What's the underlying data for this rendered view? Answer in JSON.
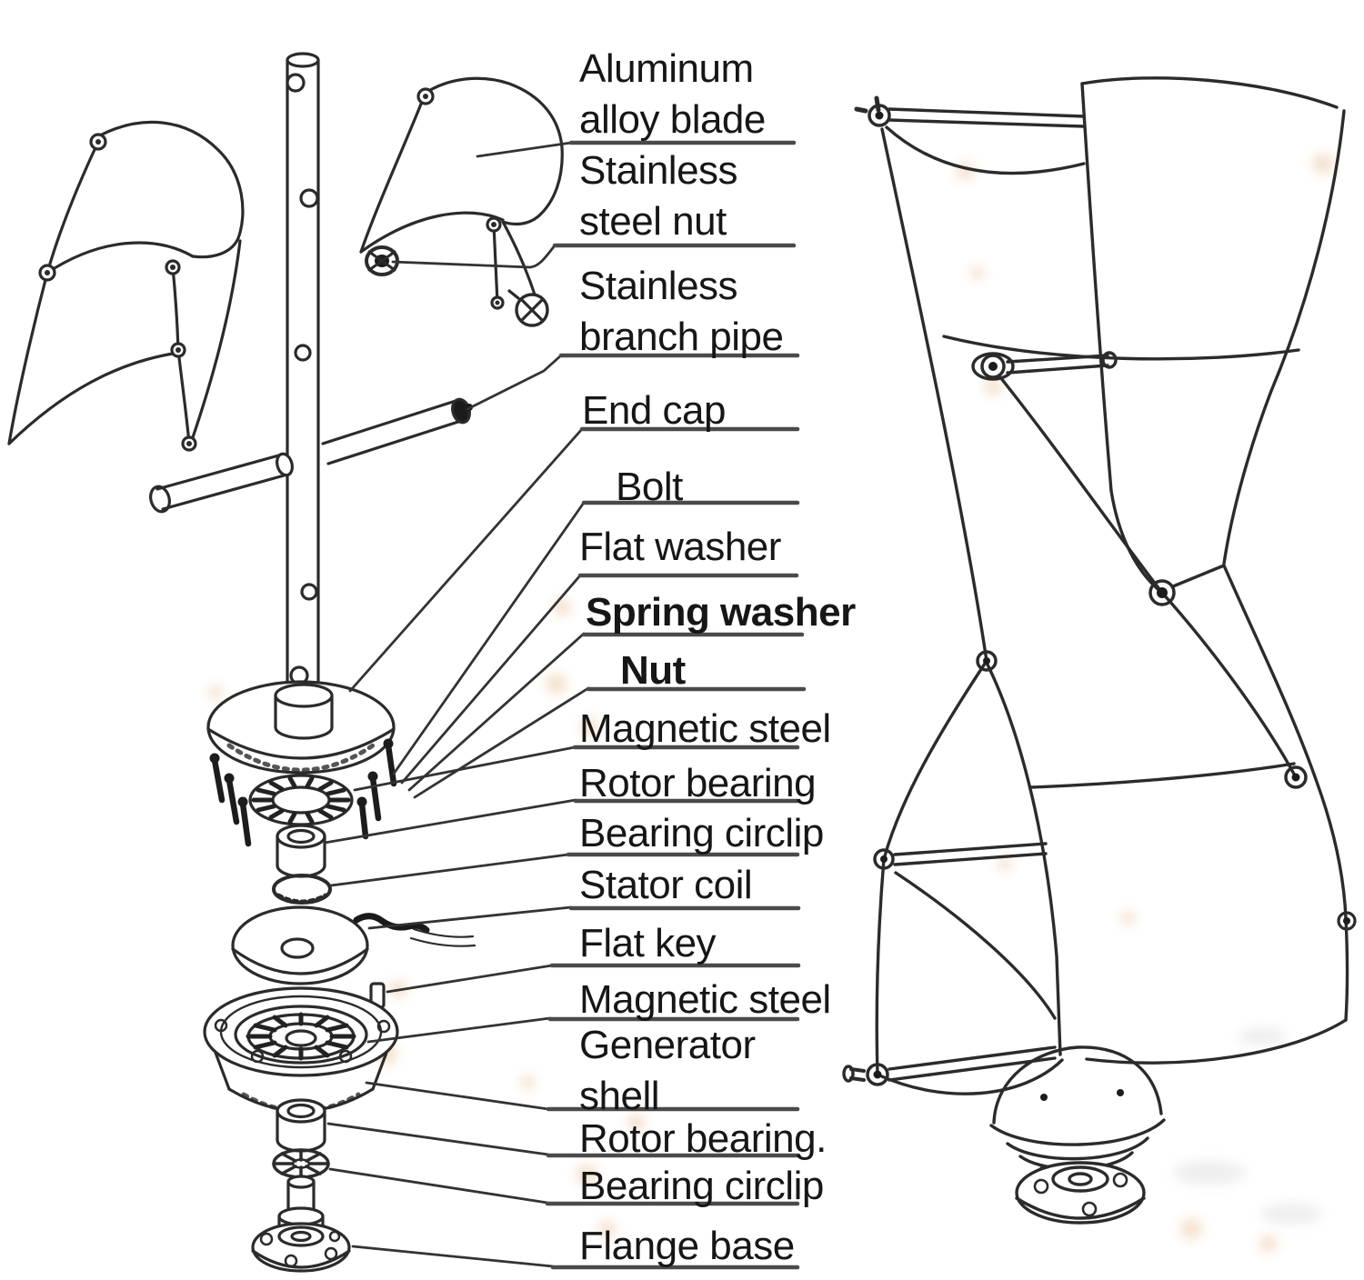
{
  "figure": {
    "kind": "exploded parts diagram",
    "left_view": "exploded component stack",
    "right_view": "assembled vertical-axis wind turbine"
  },
  "labels": [
    {
      "text": "Aluminum\nalloy blade"
    },
    {
      "text": "Stainless\nsteel nut"
    },
    {
      "text": "Stainless\nbranch pipe"
    },
    {
      "text": "End cap"
    },
    {
      "text": "Bolt"
    },
    {
      "text": "Flat washer"
    },
    {
      "text": "Spring washer"
    },
    {
      "text": "Nut"
    },
    {
      "text": "Magnetic steel"
    },
    {
      "text": "Rotor bearing"
    },
    {
      "text": "Bearing circlip"
    },
    {
      "text": "Stator coil"
    },
    {
      "text": "Flat key"
    },
    {
      "text": "Magnetic steel"
    },
    {
      "text": "Generator\nshell"
    },
    {
      "text": "Rotor bearing."
    },
    {
      "text": "Bearing circlip"
    },
    {
      "text": "Flange base"
    }
  ],
  "colors": {
    "background": "#ffffff",
    "ink": "#161616",
    "line": "#2b2b2b",
    "underline": "#4a4a4a",
    "smudge": "#dd9a55"
  }
}
